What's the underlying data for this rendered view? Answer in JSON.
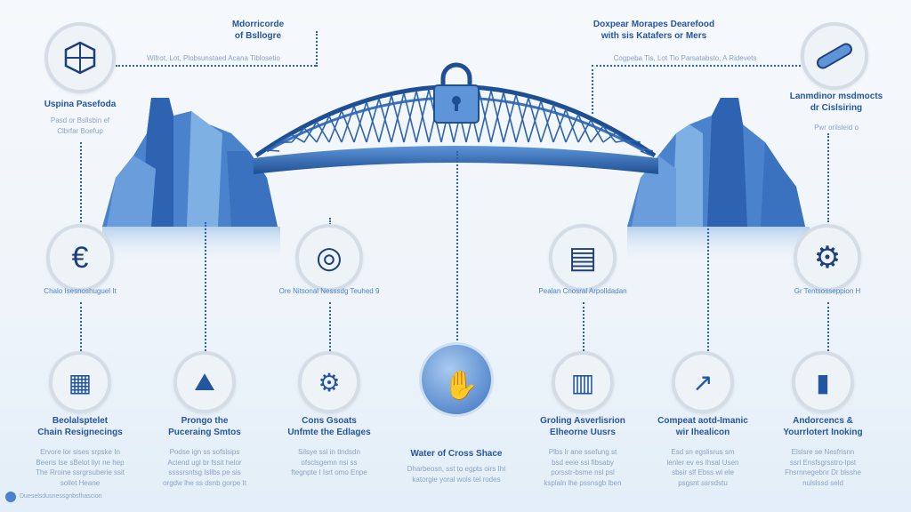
{
  "top": {
    "left_feature": {
      "title": "Uspina Pasefoda",
      "sub": [
        "Pasd or Bsllsbin ef",
        "Clbrfar Boefup"
      ]
    },
    "center_left_heading": [
      "Mdorricorde",
      "of Bsllogre"
    ],
    "center_left_note": "Wifrot, Lot, Plobsunstaed Acana Tiblosetio",
    "center_right_heading": [
      "Doxpear Morapes Dearefood",
      "with sis Katafers or Mers"
    ],
    "center_right_note": "Cogpeba Tis, Lot Tlo Parsatabsto, A Ridevets",
    "right_feature": {
      "title": [
        "Lanmdinor msdmocts",
        "dr Cislsiring"
      ],
      "sub": "Pwr orilsleid o"
    }
  },
  "middle": [
    {
      "label": "Chalo Isesnoshuguel It"
    },
    {
      "label": "Ore Nitsonal Nesssdg Teuhed 9"
    },
    {
      "label": "Pealan Cnosral Arpolldadan"
    },
    {
      "label": "Gr Tentsosseppion H"
    }
  ],
  "center": {
    "title": "Water of Cross Shace",
    "body": [
      "Dharbeosn, sst to egpts oirs Iht",
      "katorgie yoral wols tel rodes"
    ]
  },
  "bottom": [
    {
      "title": [
        "Beolalsptelet",
        "Chain Resignecings"
      ],
      "body": [
        "Ervore lor sises srpske In",
        "Beeris Ise sBelot liyr ne hep",
        "The Rroine ssrgrsuberie ssit",
        "sollet Heane"
      ]
    },
    {
      "title": [
        "Prongo the",
        "Puceraing Smtos"
      ],
      "body": [
        "Podse ign ss sofslsips",
        "Aciend ugl br fssit helor",
        "ssssrsntsg Isllbs pe sis",
        "orgdw lhe ss dsnb gorpe It"
      ]
    },
    {
      "title": [
        "Cons Gsoats",
        "Unfmte the Edlages"
      ],
      "body": [
        "Silsye ssl in tlndsdn",
        "ofsclsgemn nsi ss",
        "ftegnpte I Isrt omo Enpe"
      ]
    },
    {
      "title": [
        "Groling Asverlisrion",
        "Elheorne Uusrs"
      ],
      "body": [
        "Plbs lr ane ssefung st",
        "bsd eeie ssi fibsaby",
        "porsstr-bsme nsl psl",
        "ksplaln lhe pssnsgb lben"
      ]
    },
    {
      "title": [
        "Compeat aotd-Imanic",
        "wir Ihealicon"
      ],
      "body": [
        "Esd sn egslisrus sm",
        "lenler ev es Ihsal Usen",
        "sbsir slf Ebss wl ele",
        "psgsnt ssrsdstu"
      ]
    },
    {
      "title": [
        "Andorcencs &",
        "Yourrlotert Inoking"
      ],
      "body": [
        "Elslsre se Nesfrisnn",
        "ssrl Ensfsgrsstro-lpst",
        "Fhsrnnegebnr Dr blsshe",
        "nulslssd seld"
      ]
    }
  ],
  "footer": {
    "text": "Dueselsdusnessgnbsfhascion"
  },
  "colors": {
    "accent": "#2456a0",
    "dotted": "#2b62b0",
    "building": "#3a72c0",
    "background": "#f1f6fb"
  }
}
